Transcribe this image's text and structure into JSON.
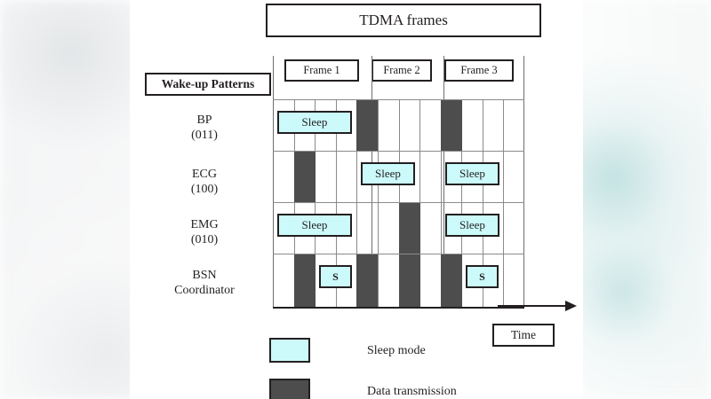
{
  "figure": {
    "title": "TDMA frames",
    "wakeup_caption": "Wake-up Patterns",
    "time_caption": "Time"
  },
  "frames": [
    {
      "label": "Frame 1"
    },
    {
      "label": "Frame 2"
    },
    {
      "label": "Frame 3"
    }
  ],
  "rows": [
    {
      "name": "BP",
      "pattern": "(011)"
    },
    {
      "name": "ECG",
      "pattern": "(100)"
    },
    {
      "name": "EMG",
      "pattern": "(010)"
    },
    {
      "name": "BSN",
      "pattern": "Coordinator"
    }
  ],
  "labels": {
    "sleep": "Sleep",
    "sleep_short": "S"
  },
  "legend": [
    {
      "swatch": "sleep-mode-swatch",
      "color": "#ccfafa",
      "text": "Sleep mode"
    },
    {
      "swatch": "data-transmission-swatch",
      "color": "#4d4d4d",
      "text": "Data transmission"
    }
  ],
  "colors": {
    "sleep": "#ccfafa",
    "transmission": "#4d4d4d",
    "ink": "#231f20",
    "grid": "#8a8a8a"
  },
  "chart_data": {
    "type": "table",
    "title": "TDMA frames",
    "xlabel": "Time",
    "ylabel": "Wake-up Patterns",
    "frames": 3,
    "slots_per_frame": 4,
    "total_slots": 12,
    "legend": [
      "Sleep mode",
      "Data transmission"
    ],
    "series": [
      {
        "name": "BP",
        "pattern": "(011)",
        "sleep_spans": [
          {
            "start_slot": 0,
            "end_slot": 4,
            "label": "Sleep"
          }
        ],
        "transmission_slots": [
          4,
          8
        ]
      },
      {
        "name": "ECG",
        "pattern": "(100)",
        "sleep_spans": [
          {
            "start_slot": 4,
            "end_slot": 7,
            "label": "Sleep"
          },
          {
            "start_slot": 8,
            "end_slot": 11,
            "label": "Sleep"
          }
        ],
        "transmission_slots": [
          1
        ]
      },
      {
        "name": "EMG",
        "pattern": "(010)",
        "sleep_spans": [
          {
            "start_slot": 0,
            "end_slot": 4,
            "label": "Sleep"
          },
          {
            "start_slot": 8,
            "end_slot": 11,
            "label": "Sleep"
          }
        ],
        "transmission_slots": [
          6
        ]
      },
      {
        "name": "BSN Coordinator",
        "pattern": "",
        "sleep_spans": [
          {
            "start_slot": 2,
            "end_slot": 4,
            "label": "S"
          },
          {
            "start_slot": 9,
            "end_slot": 11,
            "label": "S"
          }
        ],
        "transmission_slots": [
          1,
          4,
          6,
          8
        ]
      }
    ]
  }
}
